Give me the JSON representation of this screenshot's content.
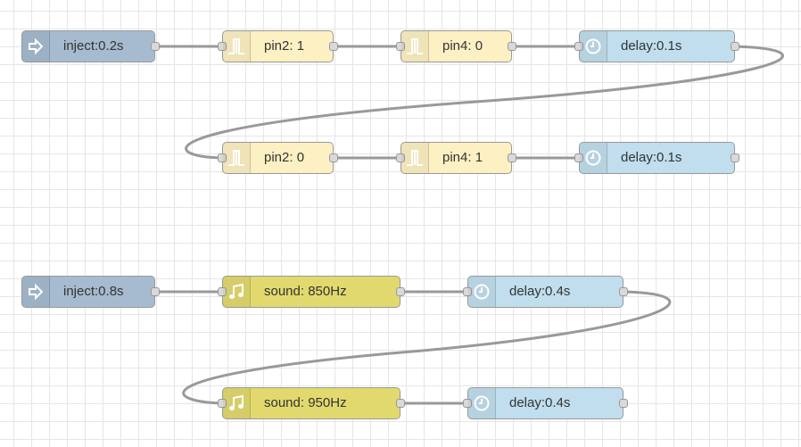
{
  "colors": {
    "inject": "#a6bbcf",
    "gpio": "#fdf0c2",
    "sound": "#e2d96e",
    "delay": "#c0deed",
    "wire": "#999999"
  },
  "flows": {
    "top_row1": {
      "inject": "inject:0.2s",
      "pin2_on": "pin2: 1",
      "pin4_off": "pin4: 0",
      "delay": "delay:0.1s"
    },
    "top_row2": {
      "pin2_off": "pin2: 0",
      "pin4_on": "pin4: 1",
      "delay": "delay:0.1s"
    },
    "bottom_row1": {
      "inject": "inject:0.8s",
      "sound": "sound: 850Hz",
      "delay": "delay:0.4s"
    },
    "bottom_row2": {
      "sound": "sound: 950Hz",
      "delay": "delay:0.4s"
    }
  },
  "icons": {
    "inject": "arrow-in-icon",
    "gpio": "pulse-icon",
    "sound": "music-note-icon",
    "delay": "clock-icon"
  }
}
